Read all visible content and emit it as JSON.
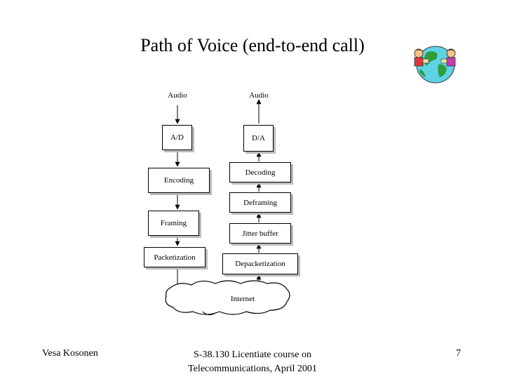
{
  "slide": {
    "title": "Path of Voice (end-to-end call)"
  },
  "diagram": {
    "send": {
      "audio_label": "Audio",
      "steps": [
        "A/D",
        "Encoding",
        "Framing",
        "Packetization"
      ]
    },
    "receive": {
      "audio_label": "Audio",
      "steps": [
        "D/A",
        "Decoding",
        "Deframing",
        "Jitter buffer",
        "Depacketization"
      ]
    },
    "network_label": "Internet"
  },
  "footer": {
    "author": "Vesa Kosonen",
    "course_line1": "S-38.130 Licentiate course on",
    "course_line2": "Telecommunications, April 2001",
    "page_number": "7"
  },
  "icons": {
    "logo": "globe-with-people-icon"
  },
  "colors": {
    "line": "#000000",
    "shadow": "#bbbbbb",
    "globe_ocean": "#5fd3e6",
    "globe_land": "#2e9d3a"
  }
}
